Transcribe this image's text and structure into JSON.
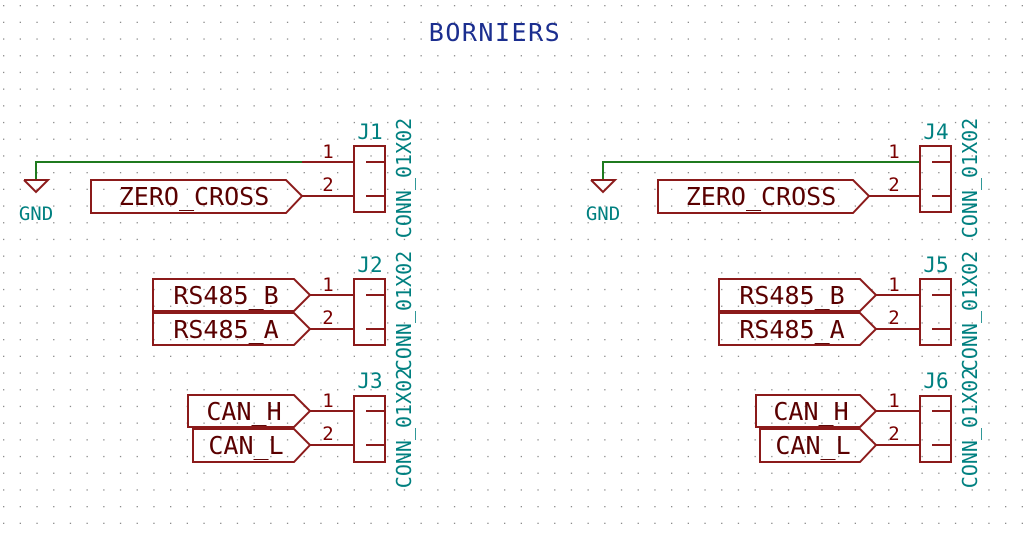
{
  "sheet": {
    "title": "BORNIERS",
    "colors": {
      "background": "#ffffff",
      "grid_dot": "#8c8c8c",
      "title": "#1b2e8f",
      "wire": "#1f7a1f",
      "component": "#8b1a1a",
      "label_text": "#5a0000",
      "ref_value": "#008080",
      "pin_number": "#7a0000"
    }
  },
  "power": {
    "gnd_label": "GND"
  },
  "connectors": [
    {
      "ref": "J1",
      "value": "CONN_01X02",
      "pins": [
        "1",
        "2"
      ]
    },
    {
      "ref": "J2",
      "value": "CONN_01X02",
      "pins": [
        "1",
        "2"
      ]
    },
    {
      "ref": "J3",
      "value": "CONN_01X02",
      "pins": [
        "1",
        "2"
      ]
    },
    {
      "ref": "J4",
      "value": "CONN_01X02",
      "pins": [
        "1",
        "2"
      ]
    },
    {
      "ref": "J5",
      "value": "CONN_01X02",
      "pins": [
        "1",
        "2"
      ]
    },
    {
      "ref": "J6",
      "value": "CONN_01X02",
      "pins": [
        "1",
        "2"
      ]
    }
  ],
  "labels": {
    "zero_cross": "ZERO_CROSS",
    "rs485_b": "RS485_B",
    "rs485_a": "RS485_A",
    "can_h": "CAN_H",
    "can_l": "CAN_L"
  }
}
